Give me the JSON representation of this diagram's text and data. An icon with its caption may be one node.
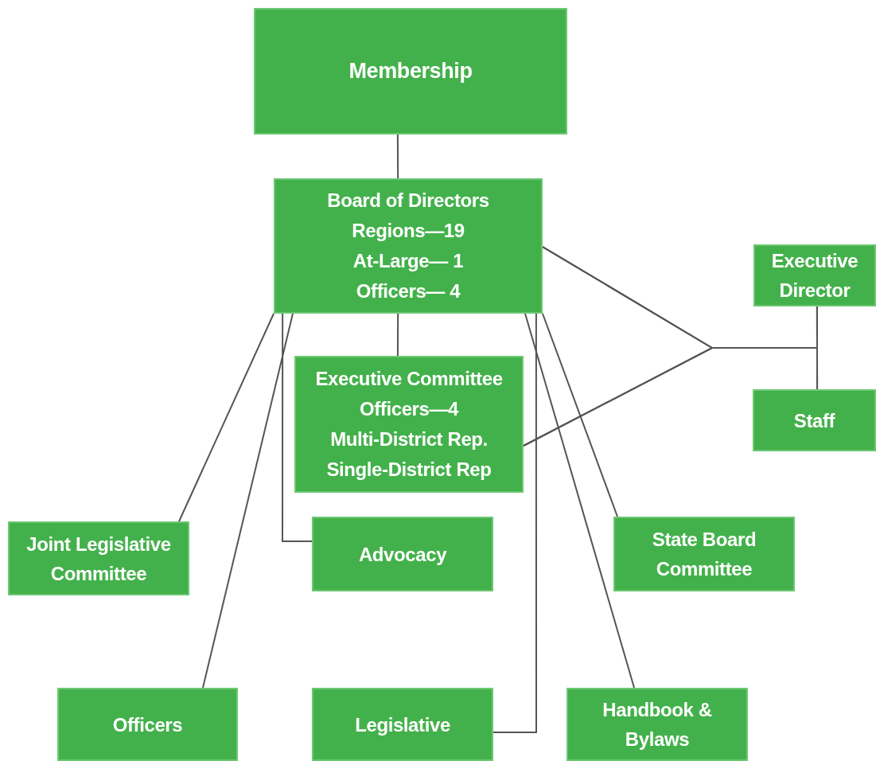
{
  "diagram": {
    "nodes": [
      {
        "text": [
          "Membership"
        ]
      },
      {
        "text": [
          "Board of Directors",
          "Regions—19",
          "At-Large— 1",
          "Officers— 4"
        ]
      },
      {
        "text": [
          "Executive Director"
        ]
      },
      {
        "text": [
          "Executive Committee",
          "Officers—4",
          "Multi-District Rep.",
          "Single-District Rep"
        ]
      },
      {
        "text": [
          "Staff"
        ]
      },
      {
        "text": [
          "Joint Legislative Committee"
        ]
      },
      {
        "text": [
          "Advocacy"
        ]
      },
      {
        "text": [
          "State Board Committee"
        ]
      },
      {
        "text": [
          "Officers"
        ]
      },
      {
        "text": [
          "Legislative"
        ]
      },
      {
        "text": [
          "Handbook & Bylaws"
        ]
      }
    ],
    "edges": [
      {
        "from": 0,
        "to": 1,
        "arrow": "none"
      },
      {
        "from": 1,
        "to": 3,
        "arrow": "none"
      },
      {
        "from": 1,
        "to": 2,
        "arrow": "none"
      },
      {
        "from": 1,
        "to": 4,
        "arrow": "none"
      },
      {
        "from": 3,
        "to": 2,
        "arrow": "none"
      },
      {
        "from": 3,
        "to": 4,
        "arrow": "none"
      },
      {
        "from": 2,
        "to": 4,
        "arrow": "none"
      },
      {
        "from": 1,
        "to": 5,
        "arrow": "none"
      },
      {
        "from": 1,
        "to": 8,
        "arrow": "none"
      },
      {
        "from": 1,
        "to": 6,
        "arrow": "none"
      },
      {
        "from": 1,
        "to": 9,
        "arrow": "none"
      },
      {
        "from": 1,
        "to": 10,
        "arrow": "none"
      },
      {
        "from": 1,
        "to": 7,
        "arrow": "none"
      }
    ]
  }
}
